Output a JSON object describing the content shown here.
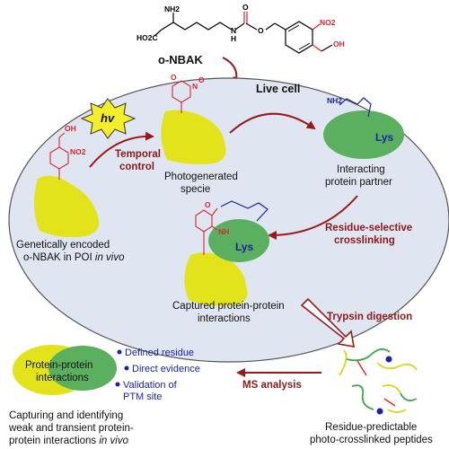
{
  "title": {
    "compound": "o-NBAK",
    "live_cell": "Live cell"
  },
  "molecule": {
    "nh2": "NH2",
    "ho2c": "HO2C",
    "nh": "N",
    "h": "H",
    "o": "O",
    "no2": "NO2",
    "oh": "OH"
  },
  "labels": {
    "genetically_line1": "Genetically encoded",
    "genetically_line2": "o-NBAK in POI ",
    "genetically_italic": "in vivo",
    "photogen_line1": "Photogenerated",
    "photogen_line2": "specie",
    "interacting_line1": "Interacting",
    "interacting_line2": "protein partner",
    "captured_line1": "Captured protein-protein",
    "captured_line2": "interactions",
    "residue_line1": "Residue-predictable",
    "residue_line2": "photo-crosslinked peptides",
    "capturing_line1": "Capturing and identifying",
    "capturing_line2": "weak and transient protein-",
    "capturing_line3": "protein interactions ",
    "capturing_italic": "in vivo",
    "ppi_line1": "Protein-protein",
    "ppi_line2": "interactions",
    "lys": "Lys",
    "hv": "hv",
    "nh_small": "NH",
    "o_small": "O"
  },
  "steps": {
    "temporal_line1": "Temporal",
    "temporal_line2": "control",
    "residue_sel_line1": "Residue-selective",
    "residue_sel_line2": "crosslinking",
    "trypsin": "Trypsin digestion",
    "ms": "MS analysis"
  },
  "bullets": [
    "Defined residue",
    "Direct evidence",
    "Validation of",
    "PTM site"
  ],
  "colors": {
    "ellipse_fill": "#dfe5f1",
    "yellow": "#e3e31c",
    "green": "#5ab05e",
    "arrow": "#9a1a1a",
    "red": "#d9262b",
    "blue": "#1b23a8"
  }
}
